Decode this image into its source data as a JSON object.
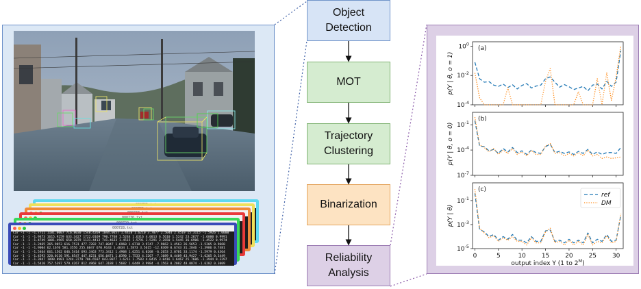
{
  "stages": [
    {
      "id": "object-detection",
      "lines": [
        "Object",
        "Detection"
      ]
    },
    {
      "id": "mot",
      "lines": [
        "MOT"
      ]
    },
    {
      "id": "trajectory-clustering",
      "lines": [
        "Trajectory",
        "Clustering"
      ]
    },
    {
      "id": "binarization",
      "lines": [
        "Binarization"
      ]
    },
    {
      "id": "reliability-analysis",
      "lines": [
        "Reliability",
        "Analysis"
      ]
    }
  ],
  "terminal": {
    "tab_labels": [
      "000735.txt",
      "000735.txt",
      "000733.txt",
      "000730.txt",
      "000729.txt",
      "000728.txt"
    ],
    "lines": [
      "Car -1 -1 -1.7711 1181.0007 716.8030 1548.4269 1044.0657 1.4428 1.6210 3.7077 2.5044 2.4519 15.3115 -1.5926 1.0000",
      "Car -1 -1 -1.9473 1615.9259 633.3427 1722.0169 790.7768 1.5244 1.6316 4.0013 6.5610 1.5242 23.2677 -1.6000 0.9991",
      "Car -1 -1 -1.4749 1081.4965 650.2079 1131.4413 741.4633 1.4515 1.5791 3.5291 2.2650 1.5445 36.6906 -1.4522 0.9974",
      "Car -1 -1 -1.2465 265.9853 616.7531 477.7202 747.0047 1.6960 1.6718 3.9747 -7.9662 1.4563 26.5653 -1.5205 0.9668",
      "Car -1 -1 -1.9004 62.1670 581.3556 255.6047 670.9143 1.4834 1.5873 3.5615 -12.8369 0.6743 31.2846 -1.3986 0.7481",
      "Car -1 -1 -1.5464 661.1562 646.5414 693.3463 773.3412 1.4908 1.6251 4.0208 -6.2653 2.0701 33.1174 -1.5979 0.4364",
      "Car -1 -1 -1.4593 320.0110 591.8547 447.8231 656.0471 1.8390 1.7533 4.3267 -7.1089 0.4409 43.9427 -1.6205 0.3449",
      "Car -1 -1 -1.3847 1098.8901 1244.3770 706.6507 843.0877 1.6211 1.7583 4.0415 3.0416 1.6467 25.7606 -1.3944 0.3297",
      "Car -1 -1 -1.5410 757.5397 579.4267 812.4968 647.3188 1.5682 1.6449 3.9984 -4.1563 0.2082 48.0874 -1.6282 0.3009"
    ]
  },
  "chart_data": [
    {
      "type": "line",
      "panel_label": "(a)",
      "ylabel": "p(Y | θ, o = 1)",
      "yscale": "log",
      "ylim": [
        0.0001,
        2
      ],
      "yticks": [
        "10^0",
        "10^-2",
        "10^-4"
      ],
      "x": [
        0,
        1,
        2,
        3,
        4,
        5,
        6,
        7,
        8,
        9,
        10,
        11,
        12,
        13,
        14,
        15,
        16,
        17,
        18,
        19,
        20,
        21,
        22,
        23,
        24,
        25,
        26,
        27,
        28,
        29,
        30,
        31
      ],
      "series": [
        {
          "name": "ref",
          "values": [
            0.08,
            0.006,
            0.0035,
            0.0038,
            0.0022,
            0.0018,
            0.0026,
            0.0015,
            0.0023,
            0.0012,
            0.0021,
            0.0028,
            0.0014,
            0.0019,
            0.0022,
            0.006,
            0.008,
            0.0035,
            0.0016,
            0.0024,
            0.0017,
            0.0011,
            0.0014,
            0.0018,
            0.0009,
            0.0022,
            0.0026,
            0.0012,
            0.004,
            0.0018,
            0.0035,
            0.5
          ]
        },
        {
          "name": "DM",
          "values": [
            0.015,
            0.0003,
            0.0001,
            0.0001,
            0.0001,
            0.0001,
            0.0001,
            0.0015,
            0.0001,
            0.0001,
            0.0001,
            0.0001,
            0.0001,
            0.0001,
            0.0001,
            0.004,
            0.03,
            0.0001,
            0.0001,
            0.0001,
            0.0001,
            0.0001,
            0.0008,
            0.0001,
            0.0001,
            0.0001,
            0.006,
            0.0001,
            0.015,
            0.0002,
            0.008,
            1.0
          ]
        }
      ]
    },
    {
      "type": "line",
      "panel_label": "(b)",
      "ylabel": "p(Y | θ, o = 0)",
      "yscale": "log",
      "ylim": [
        1e-07,
        3
      ],
      "yticks": [
        "10^-1",
        "10^-4",
        "10^-7"
      ],
      "x": [
        0,
        1,
        2,
        3,
        4,
        5,
        6,
        7,
        8,
        9,
        10,
        11,
        12,
        13,
        14,
        15,
        16,
        17,
        18,
        19,
        20,
        21,
        22,
        23,
        24,
        25,
        26,
        27,
        28,
        29,
        30,
        31
      ],
      "series": [
        {
          "name": "ref",
          "values": [
            0.3,
            0.0003,
            0.00025,
            8e-05,
            0.00012,
            4e-05,
            0.00015,
            6e-05,
            0.0002,
            5e-05,
            8e-05,
            3e-05,
            0.0001,
            5e-05,
            4e-05,
            0.00025,
            0.0005,
            5e-05,
            7e-05,
            4e-05,
            6e-05,
            3e-05,
            7e-05,
            4e-05,
            0.00012,
            3e-05,
            6e-05,
            3e-05,
            5e-05,
            5e-05,
            4e-05,
            0.0002
          ]
        },
        {
          "name": "DM",
          "values": [
            0.8,
            0.0004,
            0.0002,
            6e-05,
            0.00015,
            3e-05,
            0.0001,
            4e-05,
            0.00015,
            3e-05,
            6e-05,
            2e-05,
            9e-05,
            3e-05,
            3e-05,
            0.0003,
            0.0006,
            4e-05,
            5e-05,
            2e-05,
            4e-05,
            2e-05,
            5e-05,
            2e-05,
            0.0001,
            2e-05,
            3e-05,
            1e-05,
            1.5e-05,
            1e-05,
            1.2e-05,
            1.5e-05
          ]
        }
      ]
    },
    {
      "type": "line",
      "panel_label": "(c)",
      "ylabel": "p(Y | θ)",
      "yscale": "log",
      "ylim": [
        1e-05,
        3
      ],
      "yticks": [
        "10^-1",
        "10^-3",
        "10^-5"
      ],
      "xlabel": "output index Y (1 to 2^M)",
      "xticks": [
        0,
        5,
        10,
        15,
        20,
        25,
        30
      ],
      "legend_position": "top-right",
      "x": [
        0,
        1,
        2,
        3,
        4,
        5,
        6,
        7,
        8,
        9,
        10,
        11,
        12,
        13,
        14,
        15,
        16,
        17,
        18,
        19,
        20,
        21,
        22,
        23,
        24,
        25,
        26,
        27,
        28,
        29,
        30,
        31
      ],
      "series": [
        {
          "name": "ref",
          "values": [
            0.4,
            0.0004,
            0.00025,
            0.0001,
            0.00015,
            5e-05,
            0.0001,
            6e-05,
            0.00015,
            5e-05,
            5e-05,
            3e-05,
            0.0001,
            4e-05,
            4e-05,
            0.0003,
            0.00035,
            4e-05,
            5e-05,
            3e-05,
            6e-05,
            3e-05,
            5e-05,
            3e-05,
            0.0002,
            3e-05,
            6e-05,
            4e-05,
            0.00015,
            4e-05,
            5e-05,
            0.006
          ]
        },
        {
          "name": "DM",
          "values": [
            0.9,
            0.0005,
            0.0002,
            8e-05,
            0.00012,
            4e-05,
            8e-05,
            5e-05,
            0.0001,
            4e-05,
            4e-05,
            2e-05,
            8e-05,
            3e-05,
            3e-05,
            0.00025,
            0.0005,
            3e-05,
            4e-05,
            2e-05,
            5e-05,
            2e-05,
            4e-05,
            2e-05,
            0.00015,
            2e-05,
            4e-05,
            3e-05,
            0.00012,
            3e-05,
            4e-05,
            0.008
          ]
        }
      ]
    }
  ],
  "colors": {
    "ref": "#1f77b4",
    "DM": "#ff8c1a"
  }
}
